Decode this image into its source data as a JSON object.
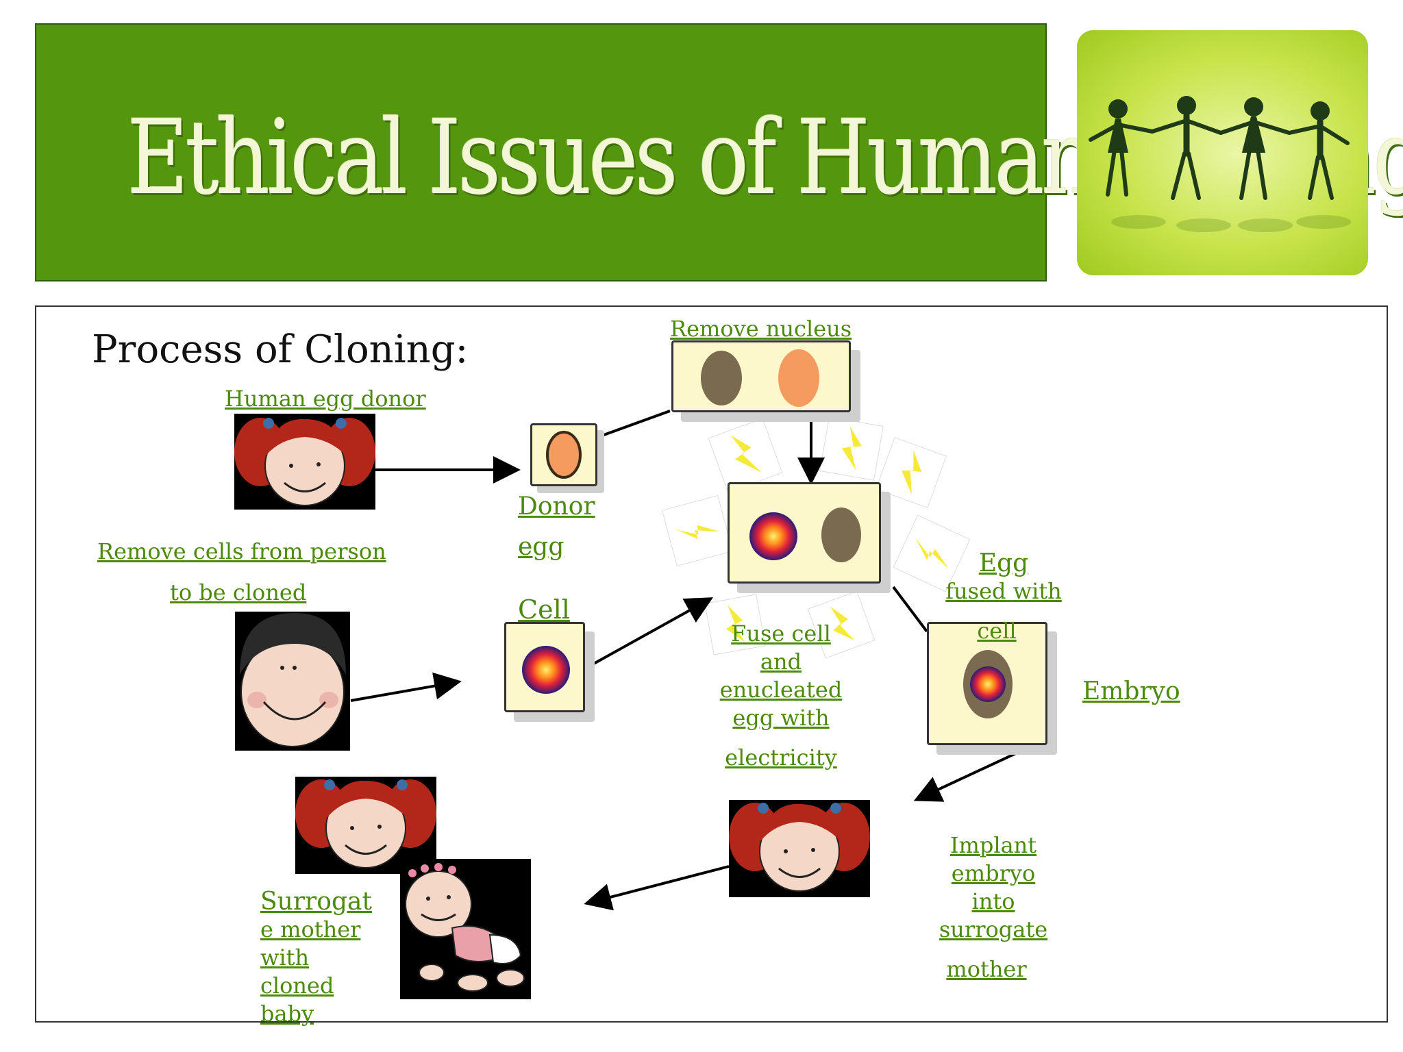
{
  "banner": {
    "title": "Ethical Issues of Human Cloning"
  },
  "panel": {
    "title": "Process of Cloning:"
  },
  "labels": {
    "egg_donor": "Human egg donor",
    "remove_nucleus": "Remove nucleus",
    "donor_egg_1": "Donor",
    "donor_egg_2": "egg",
    "remove_cells_1": "Remove cells from person",
    "remove_cells_2": "to be cloned",
    "cell": "Cell",
    "fuse_1": "Fuse cell",
    "fuse_2": "and",
    "fuse_3": "enucleated",
    "fuse_4": "egg with",
    "fuse_5": "electricity",
    "egg_fused_1": "Egg",
    "egg_fused_2": "fused with",
    "egg_fused_3": "cell",
    "embryo": "Embryo",
    "implant_1": "Implant",
    "implant_2": "embryo",
    "implant_3": "into",
    "implant_4": "surrogate",
    "implant_5": "mother",
    "surrogate_1": "Surrogat",
    "surrogate_2": "e mother",
    "surrogate_3": "with",
    "surrogate_4": "cloned",
    "surrogate_5": "baby"
  },
  "colors": {
    "banner_green": "#55960f",
    "label_green": "#4c8a0c",
    "cell_box": "#fdf8cc",
    "nucleus_brown": "#7a6a50",
    "nucleus_orange": "#f59b5f",
    "hair_red": "#b3261a"
  },
  "icons": [
    "paper-people-chain-icon",
    "girl-face-icon",
    "boy-face-icon",
    "crawling-baby-icon",
    "lightning-bolt-icon",
    "arrow-icon"
  ]
}
